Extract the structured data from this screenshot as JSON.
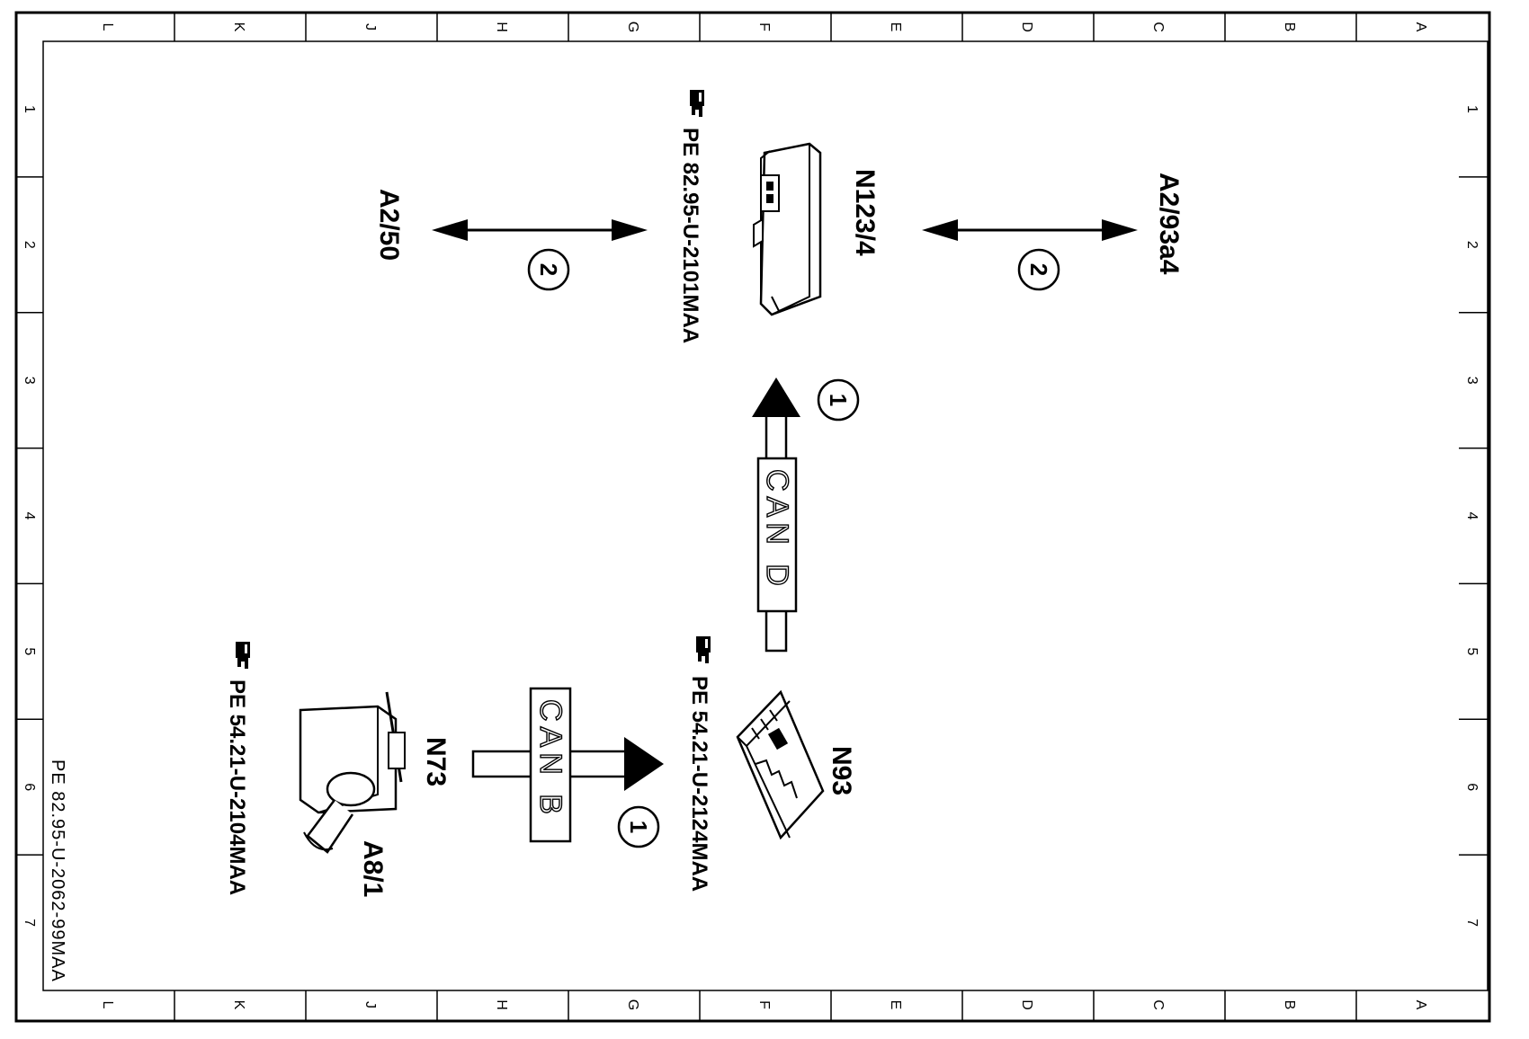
{
  "frame": {
    "columns": [
      "L",
      "K",
      "J",
      "H",
      "G",
      "F",
      "E",
      "D",
      "C",
      "B",
      "A"
    ],
    "rows": [
      "1",
      "2",
      "3",
      "4",
      "5",
      "6",
      "7"
    ]
  },
  "components": {
    "n123_4": {
      "code": "N123/4",
      "ref": "PE 82.95-U-2101MAA"
    },
    "n93": {
      "code": "N93",
      "ref": "PE 54.21-U-2124MAA"
    },
    "n73": {
      "code": "N73",
      "ref": "PE 54.21-U-2104MAA"
    },
    "a8_1": {
      "code": "A8/1"
    },
    "a2_50": {
      "code": "A2/50"
    },
    "a2_93a4": {
      "code": "A2/93a4"
    }
  },
  "buses": {
    "can_b": {
      "label": "CAN B",
      "number": "1"
    },
    "can_d": {
      "label": "CAN D",
      "number": "1"
    },
    "link_left": {
      "number": "2"
    },
    "link_right": {
      "number": "2"
    }
  },
  "document_id": "PE 82.95-U-2062-99MAA",
  "icons": {
    "reference": "pointing-hand-icon",
    "control_unit": "control-unit-icon",
    "module": "module-icon",
    "switch": "toggle-switch-icon"
  }
}
